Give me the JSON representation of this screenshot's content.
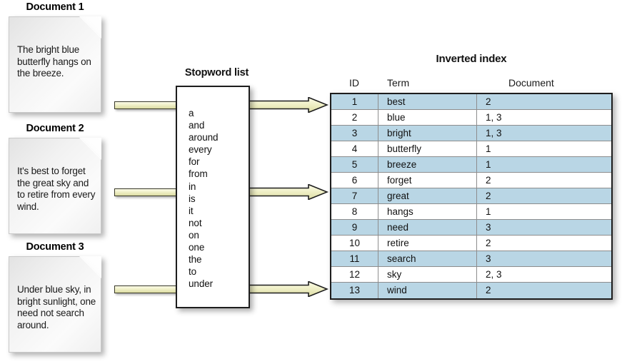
{
  "documents": [
    {
      "title": "Document 1",
      "text": "The bright blue butterfly hangs on the breeze."
    },
    {
      "title": "Document 2",
      "text": "It's best to forget the great sky and to retire from every wind."
    },
    {
      "title": "Document 3",
      "text": "Under blue sky, in bright sunlight, one need not search around."
    }
  ],
  "stopword": {
    "title": "Stopword list",
    "words": [
      "a",
      "and",
      "around",
      "every",
      "for",
      "from",
      "in",
      "is",
      "it",
      "not",
      "on",
      "one",
      "the",
      "to",
      "under"
    ],
    "words_text": "a\nand\naround\nevery\nfor\nfrom\nin\nis\nit\nnot\non\none\nthe\nto\nunder"
  },
  "inverted_index": {
    "title": "Inverted index",
    "columns": [
      "ID",
      "Term",
      "Document"
    ],
    "rows": [
      {
        "id": "1",
        "term": "best",
        "document": "2"
      },
      {
        "id": "2",
        "term": "blue",
        "document": "1, 3"
      },
      {
        "id": "3",
        "term": "bright",
        "document": "1, 3"
      },
      {
        "id": "4",
        "term": "butterfly",
        "document": "1"
      },
      {
        "id": "5",
        "term": "breeze",
        "document": "1"
      },
      {
        "id": "6",
        "term": "forget",
        "document": "2"
      },
      {
        "id": "7",
        "term": "great",
        "document": "2"
      },
      {
        "id": "8",
        "term": "hangs",
        "document": "1"
      },
      {
        "id": "9",
        "term": "need",
        "document": "3"
      },
      {
        "id": "10",
        "term": "retire",
        "document": "2"
      },
      {
        "id": "11",
        "term": "search",
        "document": "3"
      },
      {
        "id": "12",
        "term": "sky",
        "document": "2, 3"
      },
      {
        "id": "13",
        "term": "wind",
        "document": "2"
      }
    ]
  },
  "colors": {
    "row_highlight": "#b9d6e5",
    "arrow_fill": "#eeeec6",
    "arrow_stroke": "#1d1d1d",
    "document_icon": "#efefef"
  },
  "flow": {
    "arrows_in": [
      "document-1-to-stopword",
      "document-2-to-stopword",
      "document-3-to-stopword"
    ],
    "arrows_out": [
      "stopword-to-index-1",
      "stopword-to-index-2",
      "stopword-to-index-3"
    ]
  }
}
